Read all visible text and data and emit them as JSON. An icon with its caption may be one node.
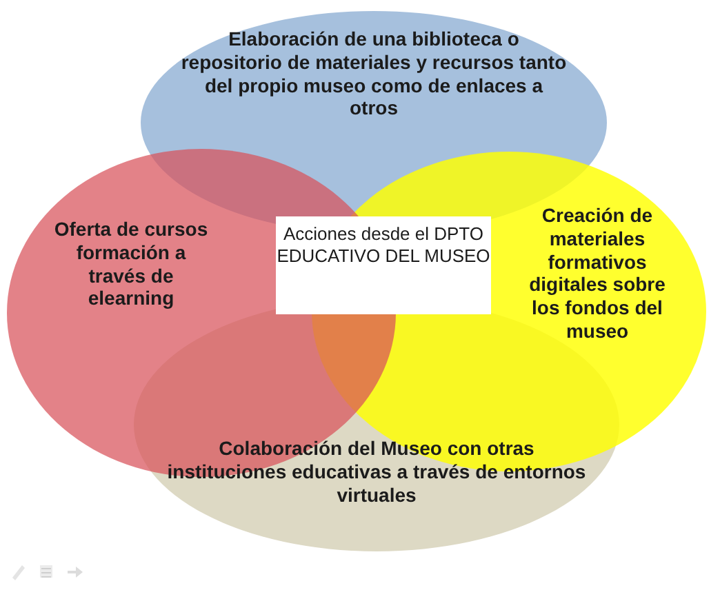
{
  "diagram": {
    "nodes": [
      {
        "text": [
          "Elaboración de una biblioteca o repositorio de materiales y recursos tanto del propio museo como de enlaces a otros"
        ]
      },
      {
        "text": [
          "Oferta de cursos formación a través de elearning"
        ]
      },
      {
        "text": [
          "Acciones desde el DPTO EDUCATIVO DEL MUSEO"
        ]
      },
      {
        "text": [
          "Creación de materiales formativos digitales sobre los fondos del museo"
        ]
      },
      {
        "text": [
          "Colaboración del Museo con otras instituciones educativas a través de entornos virtuales"
        ]
      }
    ]
  }
}
